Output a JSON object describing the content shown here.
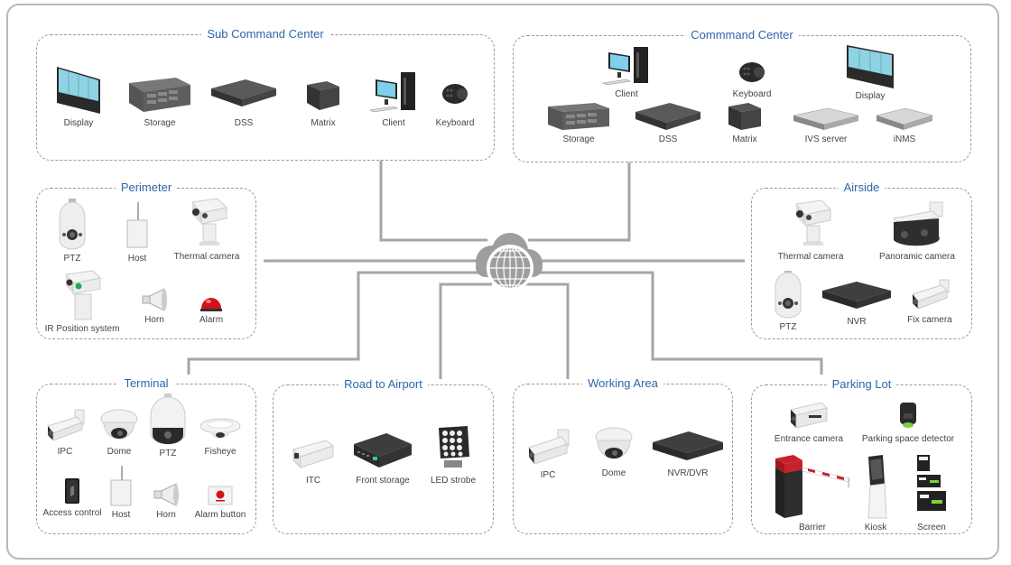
{
  "diagram": {
    "hub": {
      "label_icon": "cloud-globe-icon"
    },
    "colors": {
      "title": "#2d67a8",
      "wire": "#a6a6a6",
      "border": "#9a9a9a",
      "label": "#444444"
    },
    "groups": {
      "sub_command_center": {
        "title": "Sub Command Center",
        "items": [
          {
            "label": "Display",
            "icon": "video-wall-icon"
          },
          {
            "label": "Storage",
            "icon": "storage-server-icon"
          },
          {
            "label": "DSS",
            "icon": "dss-server-icon"
          },
          {
            "label": "Matrix",
            "icon": "matrix-icon"
          },
          {
            "label": "Client",
            "icon": "client-pc-icon"
          },
          {
            "label": "Keyboard",
            "icon": "joystick-keyboard-icon"
          }
        ]
      },
      "command_center": {
        "title": "Commmand Center",
        "items": [
          {
            "label": "Client",
            "icon": "client-pc-icon"
          },
          {
            "label": "Keyboard",
            "icon": "joystick-keyboard-icon"
          },
          {
            "label": "Display",
            "icon": "video-wall-icon"
          },
          {
            "label": "Storage",
            "icon": "storage-server-icon"
          },
          {
            "label": "DSS",
            "icon": "dss-server-icon"
          },
          {
            "label": "Matrix",
            "icon": "matrix-icon"
          },
          {
            "label": "IVS server",
            "icon": "ivs-server-icon"
          },
          {
            "label": "iNMS",
            "icon": "inms-server-icon"
          }
        ]
      },
      "perimeter": {
        "title": "Perimeter",
        "items": [
          {
            "label": "PTZ",
            "icon": "ptz-camera-icon"
          },
          {
            "label": "Host",
            "icon": "alarm-host-icon"
          },
          {
            "label": "Thermal camera",
            "icon": "thermal-camera-icon"
          },
          {
            "label": "IR Position system",
            "icon": "ir-position-system-icon"
          },
          {
            "label": "Horn",
            "icon": "horn-icon"
          },
          {
            "label": "Alarm",
            "icon": "alarm-light-icon"
          }
        ]
      },
      "airside": {
        "title": "Airside",
        "items": [
          {
            "label": "Thermal camera",
            "icon": "thermal-camera-icon"
          },
          {
            "label": "Panoramic camera",
            "icon": "panoramic-camera-icon"
          },
          {
            "label": "PTZ",
            "icon": "ptz-camera-icon"
          },
          {
            "label": "NVR",
            "icon": "nvr-icon"
          },
          {
            "label": "Fix camera",
            "icon": "bullet-camera-icon"
          }
        ]
      },
      "terminal": {
        "title": "Terminal",
        "items": [
          {
            "label": "IPC",
            "icon": "bullet-camera-icon"
          },
          {
            "label": "Dome",
            "icon": "dome-camera-icon"
          },
          {
            "label": "PTZ",
            "icon": "ptz-camera-icon"
          },
          {
            "label": "Fisheye",
            "icon": "fisheye-camera-icon"
          },
          {
            "label": "Access control",
            "icon": "access-control-icon"
          },
          {
            "label": "Host",
            "icon": "alarm-host-icon"
          },
          {
            "label": "Horn",
            "icon": "horn-icon"
          },
          {
            "label": "Alarm button",
            "icon": "alarm-button-icon"
          }
        ]
      },
      "road_to_airport": {
        "title": "Road to Airport",
        "items": [
          {
            "label": "ITC",
            "icon": "itc-camera-icon"
          },
          {
            "label": "Front storage",
            "icon": "front-storage-icon"
          },
          {
            "label": "LED strobe",
            "icon": "led-strobe-icon"
          }
        ]
      },
      "working_area": {
        "title": "Working Area",
        "items": [
          {
            "label": "IPC",
            "icon": "bullet-camera-icon"
          },
          {
            "label": "Dome",
            "icon": "dome-camera-icon"
          },
          {
            "label": "NVR/DVR",
            "icon": "nvr-icon"
          }
        ]
      },
      "parking_lot": {
        "title": "Parking Lot",
        "items": [
          {
            "label": "Entrance camera",
            "icon": "entrance-camera-icon"
          },
          {
            "label": "Parking space detector",
            "icon": "parking-detector-icon"
          },
          {
            "label": "Barrier",
            "icon": "barrier-gate-icon"
          },
          {
            "label": "Kiosk",
            "icon": "kiosk-icon"
          },
          {
            "label": "Screen",
            "icon": "guidance-screen-icon"
          }
        ]
      }
    }
  }
}
